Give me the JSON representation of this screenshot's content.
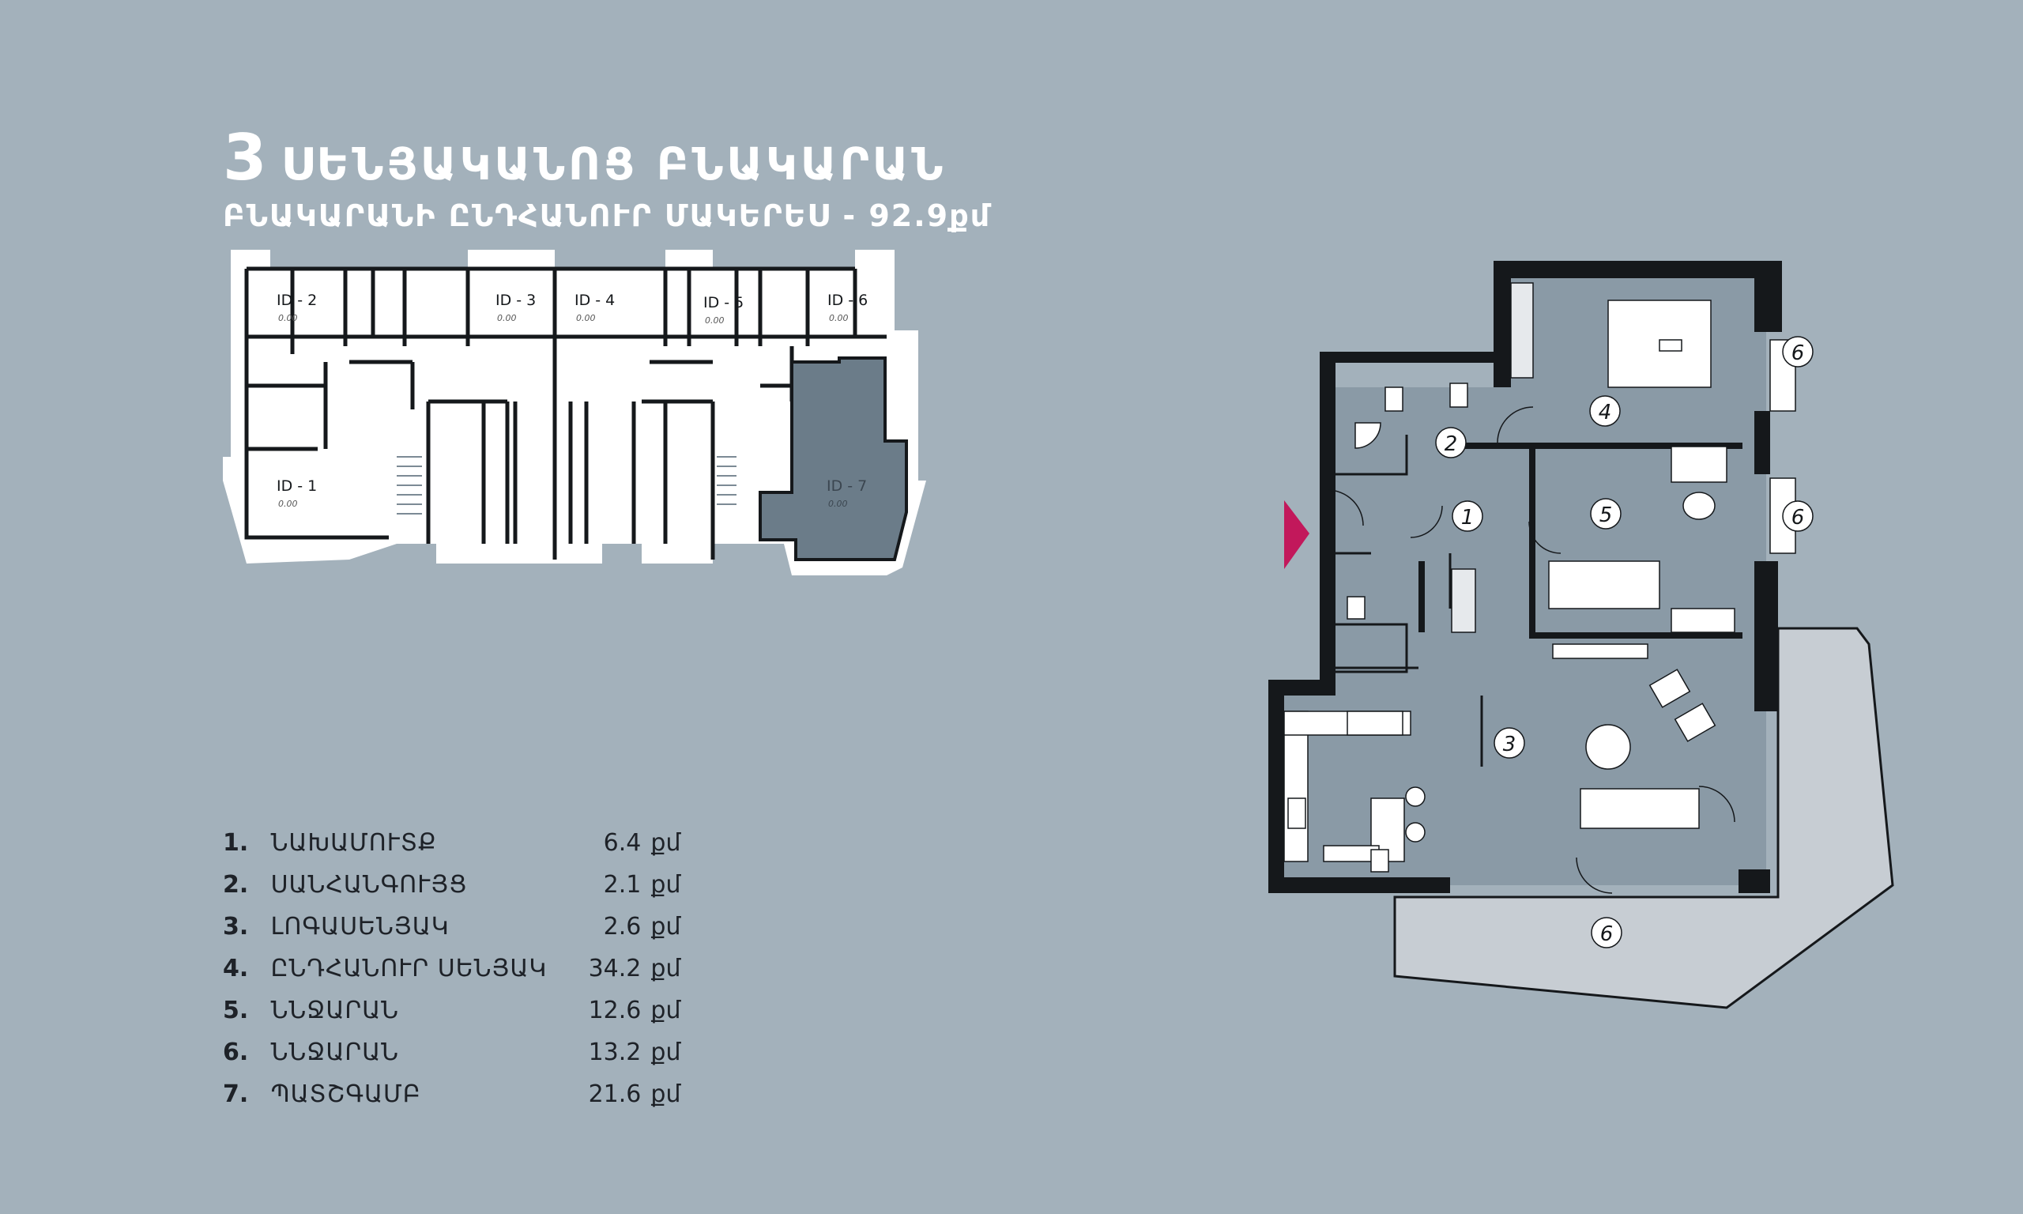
{
  "header": {
    "rooms_count": "3",
    "title": "ՍԵՆՅԱԿԱՆՈՑ ԲՆԱԿԱՐԱՆ",
    "subtitle": "ԲՆԱԿԱՐԱՆԻ ԸՆԴՀԱՆՈՒՐ ՄԱԿԵՐԵՍ - 92.9քմ"
  },
  "overview": {
    "units": [
      {
        "id": "ID - 2",
        "area": "0.00"
      },
      {
        "id": "ID - 3",
        "area": "0.00"
      },
      {
        "id": "ID - 4",
        "area": "0.00"
      },
      {
        "id": "ID - 5",
        "area": "0.00"
      },
      {
        "id": "ID - 6",
        "area": "0.00"
      },
      {
        "id": "ID - 1",
        "area": "0.00"
      },
      {
        "id": "ID - 7",
        "area": "0.00"
      }
    ],
    "highlight_color": "#6b7c89"
  },
  "plan": {
    "labels": [
      "1",
      "2",
      "3",
      "4",
      "5",
      "6",
      "6",
      "6"
    ],
    "entrance_marker_color": "#c2185b",
    "room_fill": "#8a9aa6",
    "terrace_fill": "#c7cdd3"
  },
  "rooms": [
    {
      "num": "1.",
      "name": "ՆԱԽԱՄՈՒՏՔ",
      "area": "6.4",
      "unit": "քմ"
    },
    {
      "num": "2.",
      "name": "ՍԱՆՀԱՆԳՈՒՅՑ",
      "area": "2.1",
      "unit": "քմ"
    },
    {
      "num": "3.",
      "name": "ԼՈԳԱՍԵՆՅԱԿ",
      "area": "2.6",
      "unit": "քմ"
    },
    {
      "num": "4.",
      "name": "ԸՆԴՀԱՆՈՒՐ ՍԵՆՅԱԿ",
      "area": "34.2",
      "unit": "քմ"
    },
    {
      "num": "5.",
      "name": "ՆՆՋԱՐԱՆ",
      "area": "12.6",
      "unit": "քմ"
    },
    {
      "num": "6.",
      "name": "ՆՆՋԱՐԱՆ",
      "area": "13.2",
      "unit": "քմ"
    },
    {
      "num": "7.",
      "name": "ՊԱՏՇԳԱՄԲ",
      "area": "21.6",
      "unit": "քմ"
    }
  ]
}
